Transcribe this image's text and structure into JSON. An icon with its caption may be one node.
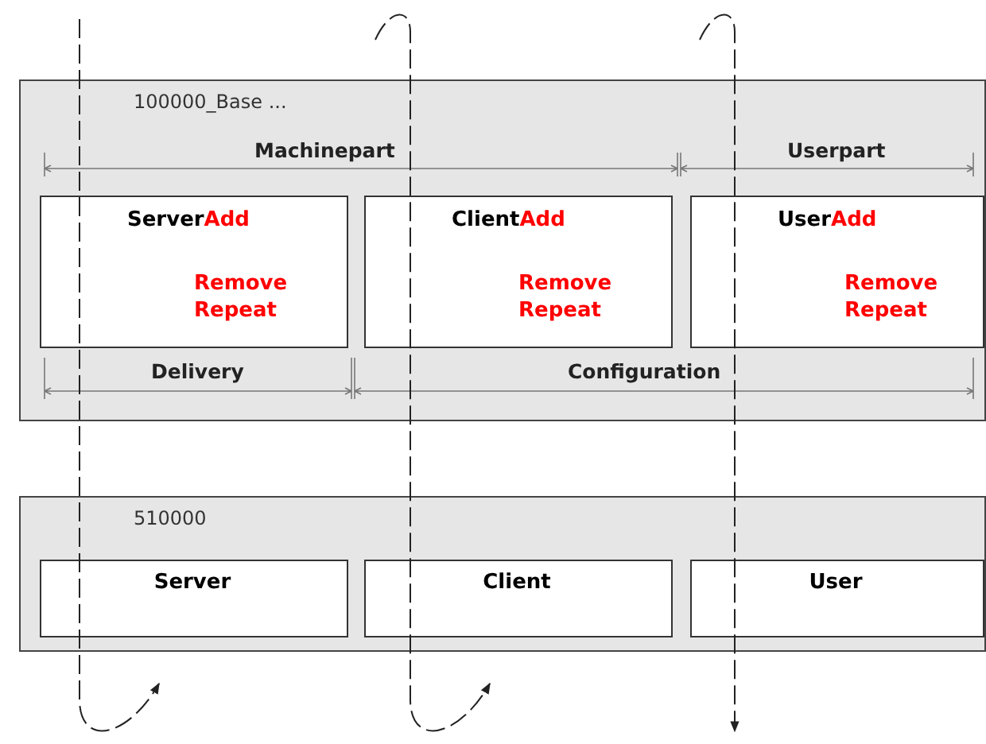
{
  "diagram": {
    "nodes": [
      {
        "text": [
          "100000_Base ..."
        ]
      },
      {
        "text": [
          "Server",
          "Add",
          "Remove Repeat"
        ],
        "in": 0
      },
      {
        "text": [
          "Client",
          "Add",
          "Remove Repeat"
        ],
        "in": 0
      },
      {
        "text": [
          "User",
          "Add",
          "Remove Repeat"
        ],
        "in": 0
      },
      {
        "text": [
          "510000"
        ]
      },
      {
        "text": [
          "Server"
        ],
        "in": 4
      },
      {
        "text": [
          "Client"
        ],
        "in": 4
      },
      {
        "text": [
          "User"
        ],
        "in": 4
      }
    ],
    "labels": [
      "Machinepart",
      "Userpart",
      "Delivery",
      "Configuration"
    ]
  }
}
